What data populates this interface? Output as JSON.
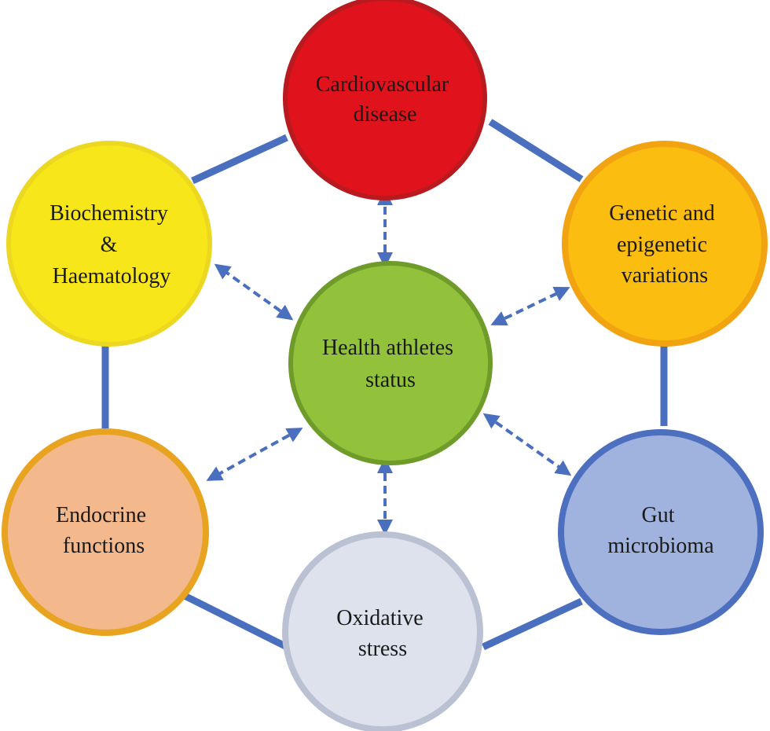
{
  "nodes": {
    "center": {
      "lines": [
        "Health athletes",
        "status"
      ],
      "fill": "#92c13c",
      "stroke": "#6f9b2a"
    },
    "cardio": {
      "lines": [
        "Cardiovascular",
        "disease"
      ],
      "fill": "#e0131c",
      "stroke": "#b81a1f"
    },
    "genetic": {
      "lines": [
        "Genetic and",
        "epigenetic",
        "variations"
      ],
      "fill": "#fbbd0f",
      "stroke": "#f2a312"
    },
    "gut": {
      "lines": [
        "Gut",
        "microbioma"
      ],
      "fill": "#a0b3de",
      "stroke": "#4c6fbf"
    },
    "oxidative": {
      "lines": [
        "Oxidative",
        "stress"
      ],
      "fill": "#dde2ec",
      "stroke": "#b9c1d2"
    },
    "endocrine": {
      "lines": [
        "Endocrine",
        "functions"
      ],
      "fill": "#f3b88b",
      "stroke": "#e8a420"
    },
    "biochem": {
      "lines": [
        "Biochemistry",
        "&",
        "Haematology"
      ],
      "fill": "#f7e61a",
      "stroke": "#ecd820"
    }
  },
  "colors": {
    "connector": "#4a6fbe",
    "arrow": "#4a6fbe"
  }
}
